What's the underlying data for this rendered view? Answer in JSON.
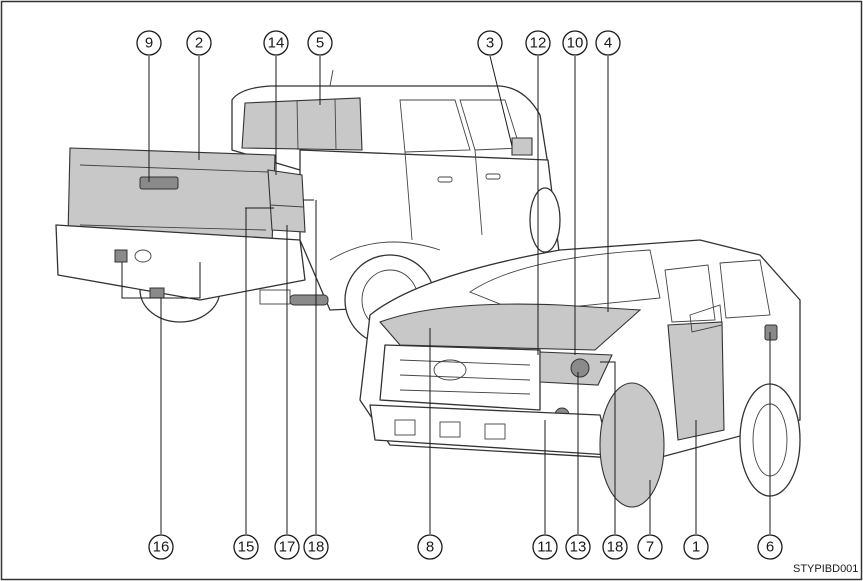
{
  "figure_code": "STYPIBD001",
  "callouts_top": [
    "9",
    "2",
    "14",
    "5",
    "3",
    "12",
    "10",
    "4"
  ],
  "callouts_bottom": [
    "16",
    "15",
    "17",
    "18",
    "8",
    "11",
    "13",
    "18",
    "7",
    "1",
    "6"
  ],
  "colors": {
    "line": "#1a1a1a",
    "highlight": "#c8c8c8",
    "frame": "#333333"
  }
}
